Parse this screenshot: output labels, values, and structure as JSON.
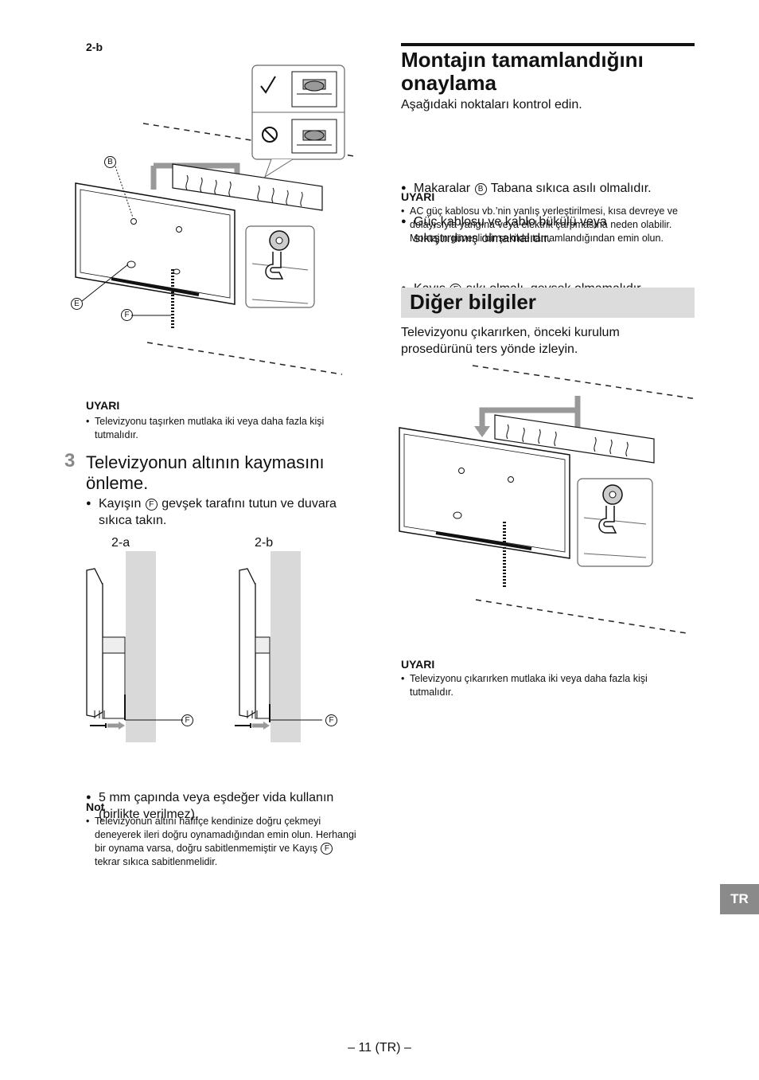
{
  "left": {
    "fig_2b_label": "2-b",
    "fig1_callouts": {
      "b": "B",
      "e": "E",
      "f": "F"
    },
    "uyari1": {
      "title": "UYARI",
      "text": "Televizyonu taşırken mutlaka iki veya daha fazla kişi tutmalıdır."
    },
    "step3": {
      "number": "3",
      "title": "Televizyonun altının kaymasını önleme.",
      "bullet1_pre": "Kayışın ",
      "bullet1_circ": "F",
      "bullet1_post": " gevşek tarafını tutun ve duvara sıkıca takın.",
      "sub_a": "2-a",
      "sub_b": "2-b",
      "callout_f": "F",
      "bullet2": "5 mm çapında veya eşdeğer vida kullanın (birlikte verilmez)."
    },
    "note": {
      "title": "Not",
      "text_pre": "Televizyonun altını hafifçe kendinize doğru çekmeyi deneyerek ileri doğru oynamadığından emin olun. Herhangi bir oynama varsa, doğru sabitlenmemiştir ve Kayış ",
      "text_circ": "F",
      "text_post": " tekrar sıkıca sabitlenmelidir."
    }
  },
  "right": {
    "heading1": "Montajın tamamlandığını onaylama",
    "intro": "Aşağıdaki noktaları kontrol edin.",
    "check1_pre": "Makaralar ",
    "check1_circ": "B",
    "check1_post": " Tabana sıkıca asılı olmalıdır.",
    "check2": "Güç kablosu ve kablo bükülü veya sıkıştırılmış olmamalıdır.",
    "check3_pre": "Kayış ",
    "check3_circ": "F",
    "check3_post": " sıkı olmalı, gevşek olmamalıdır.",
    "uyari2": {
      "title": "UYARI",
      "text": "AC güç kablosu vb.’nin yanlış yerleştirilmesi, kısa devreye ve dolayısıyla yangına veya elektrik çarpmasına neden olabilir. Montajın güvenli bir şekilde tamamlandığından emin olun."
    },
    "heading2": "Diğer bilgiler",
    "removal_text": "Televizyonu çıkarırken, önceki kurulum prosedürünü ters yönde izleyin.",
    "uyari3": {
      "title": "UYARI",
      "text": "Televizyonu çıkarırken mutlaka iki veya daha fazla kişi tutmalıdır."
    }
  },
  "lang_tab": "TR",
  "page_number": "– 11 (TR) –"
}
